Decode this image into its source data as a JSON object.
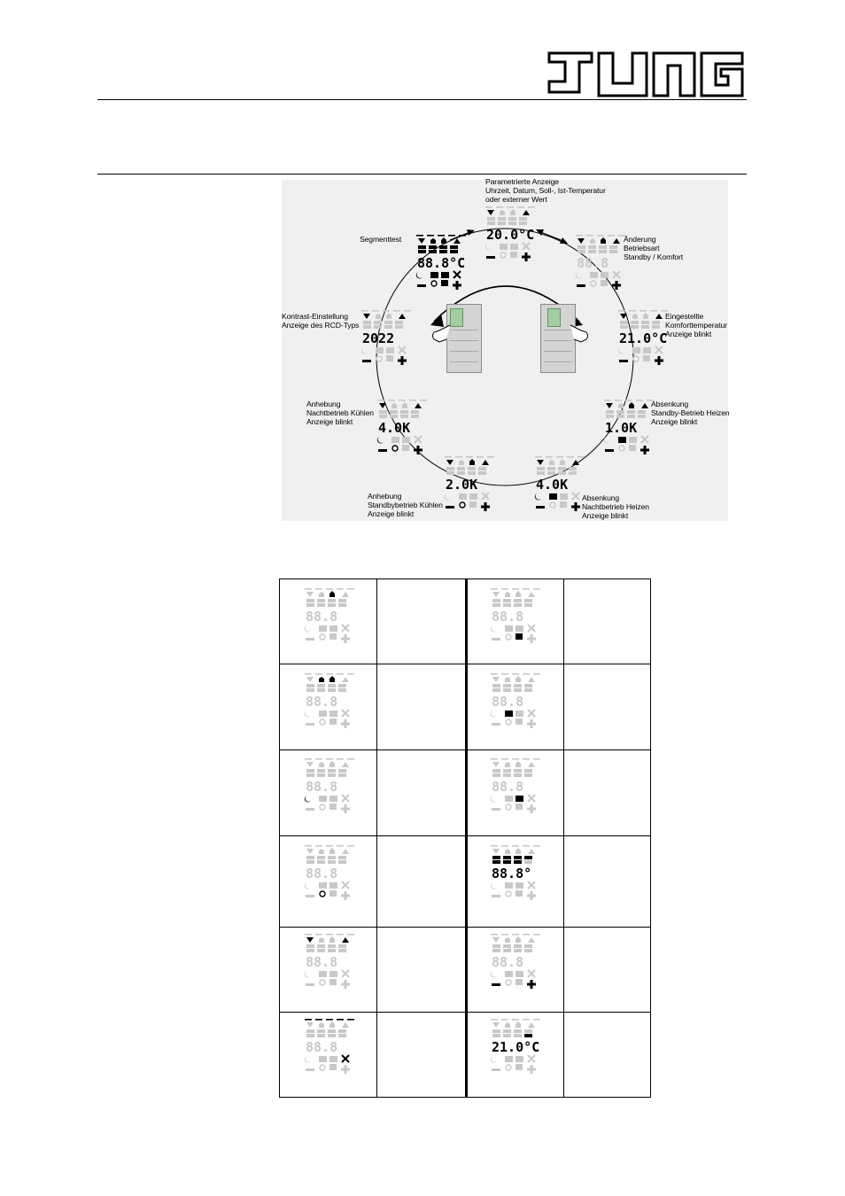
{
  "logo": {
    "text": "JUNG"
  },
  "diagram": {
    "labels": {
      "param": "Parametrierte Anzeige\nUhrzeit, Datum, Soll-, Ist-Temperatur\noder externer Wert",
      "segment": "Segmenttest",
      "mode": "Änderung\nBetriebsart\nStandby / Komfort",
      "contrast": "Kontrast-Einstellung\nAnzeige des RCD-Typs",
      "comfort": "Eingestellte\nKomforttemperatur\nAnzeige blinkt",
      "raise_night": "Anhebung\nNachtbetrieb Kühlen\nAnzeige blinkt",
      "lower_standby": "Absenkung\nStandby-Betrieb Heizen\nAnzeige blinkt",
      "raise_standby": "Anhebung\nStandbybetrieb Kühlen\nAnzeige blinkt",
      "lower_night": "Absenkung\nNachtbetrieb Heizen\nAnzeige blinkt"
    },
    "readouts": {
      "param": "20.0°C",
      "segment": "88.8°C",
      "mode": "88.8",
      "contrast": "2022",
      "comfort": "21.0°C",
      "raise_night": "4.0K",
      "lower_standby": "1.0K",
      "raise_standby": "2.0K",
      "lower_night": "4.0K"
    }
  },
  "table": {
    "rows": [
      {
        "left": "88.8",
        "right": "88.8"
      },
      {
        "left": "88.8",
        "right": "88.8"
      },
      {
        "left": "88.8",
        "right": "88.8"
      },
      {
        "left": "88.8",
        "right": "88.8°"
      },
      {
        "left": "88.8",
        "right": "88.8"
      },
      {
        "left": "88.8",
        "right": "21.0°C"
      }
    ]
  },
  "colors": {
    "lcd_faint": "#c8c8c8",
    "lcd_active": "#000000",
    "figure_bg": "#f0f0f0",
    "device_screen": "#a0cfa0"
  }
}
